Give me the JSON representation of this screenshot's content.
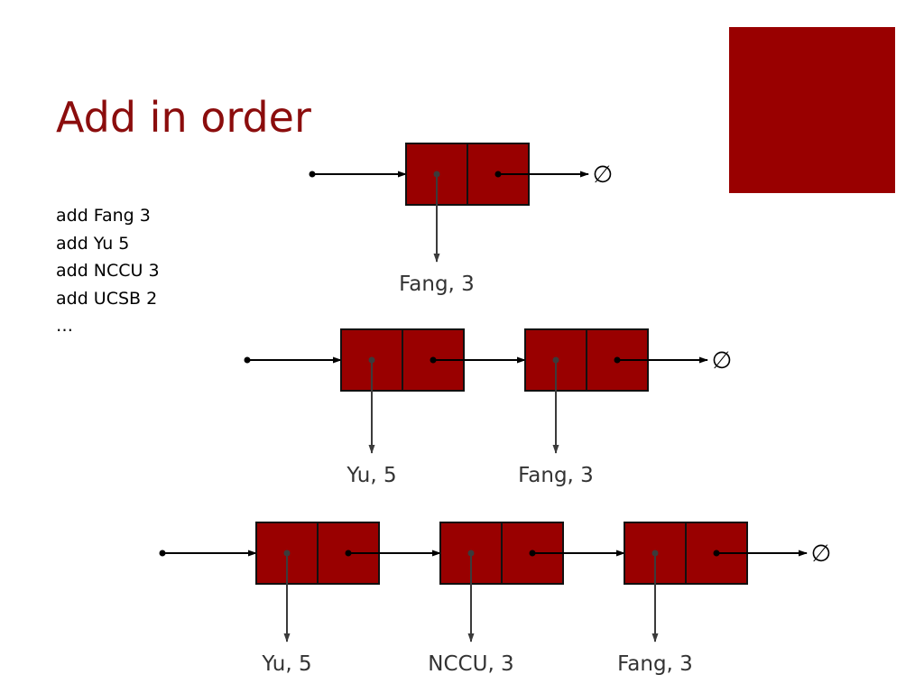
{
  "slide": {
    "title": "Add in order",
    "accent_color": "#990000",
    "commands": [
      "add Fang 3",
      "add Yu 5",
      "add NCCU 3",
      "add UCSB 2",
      "…"
    ]
  },
  "diagram": {
    "null_symbol": "∅",
    "lists": [
      {
        "nodes": [
          {
            "label": "Fang, 3"
          }
        ]
      },
      {
        "nodes": [
          {
            "label": "Yu, 5"
          },
          {
            "label": "Fang, 3"
          }
        ]
      },
      {
        "nodes": [
          {
            "label": "Yu, 5"
          },
          {
            "label": "NCCU, 3"
          },
          {
            "label": "Fang, 3"
          }
        ]
      }
    ]
  }
}
